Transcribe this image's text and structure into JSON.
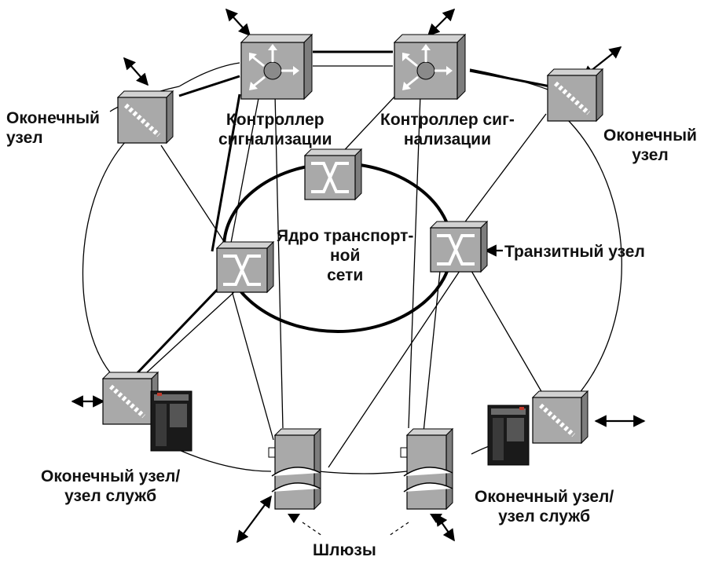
{
  "labels": {
    "end_node_top_left": [
      "Оконечный",
      "узел"
    ],
    "controller_left": [
      "Контроллер",
      "сигнализации"
    ],
    "controller_right": [
      "Контроллер сиг-",
      "нализации"
    ],
    "end_node_top_right": [
      "Оконечный",
      "узел"
    ],
    "core": [
      "Ядро транспорт-",
      "ной",
      "сети"
    ],
    "transit_node": "Транзитный узел",
    "end_service_left": [
      "Оконечный узел/",
      "узел служб"
    ],
    "end_service_right": [
      "Оконечный узел/",
      "узел служб"
    ],
    "gateways": "Шлюзы"
  },
  "icons": {
    "controller": "router-icon",
    "end_node": "end-node-icon",
    "cross_connect": "cross-connect-switch-icon",
    "gateway": "gateway-icon",
    "server": "server-rack-icon"
  },
  "colors": {
    "device_face": "#a9a9a9",
    "device_side": "#7d7d7d",
    "device_top": "#d2d2d2",
    "line": "#000000",
    "text": "#111111"
  }
}
